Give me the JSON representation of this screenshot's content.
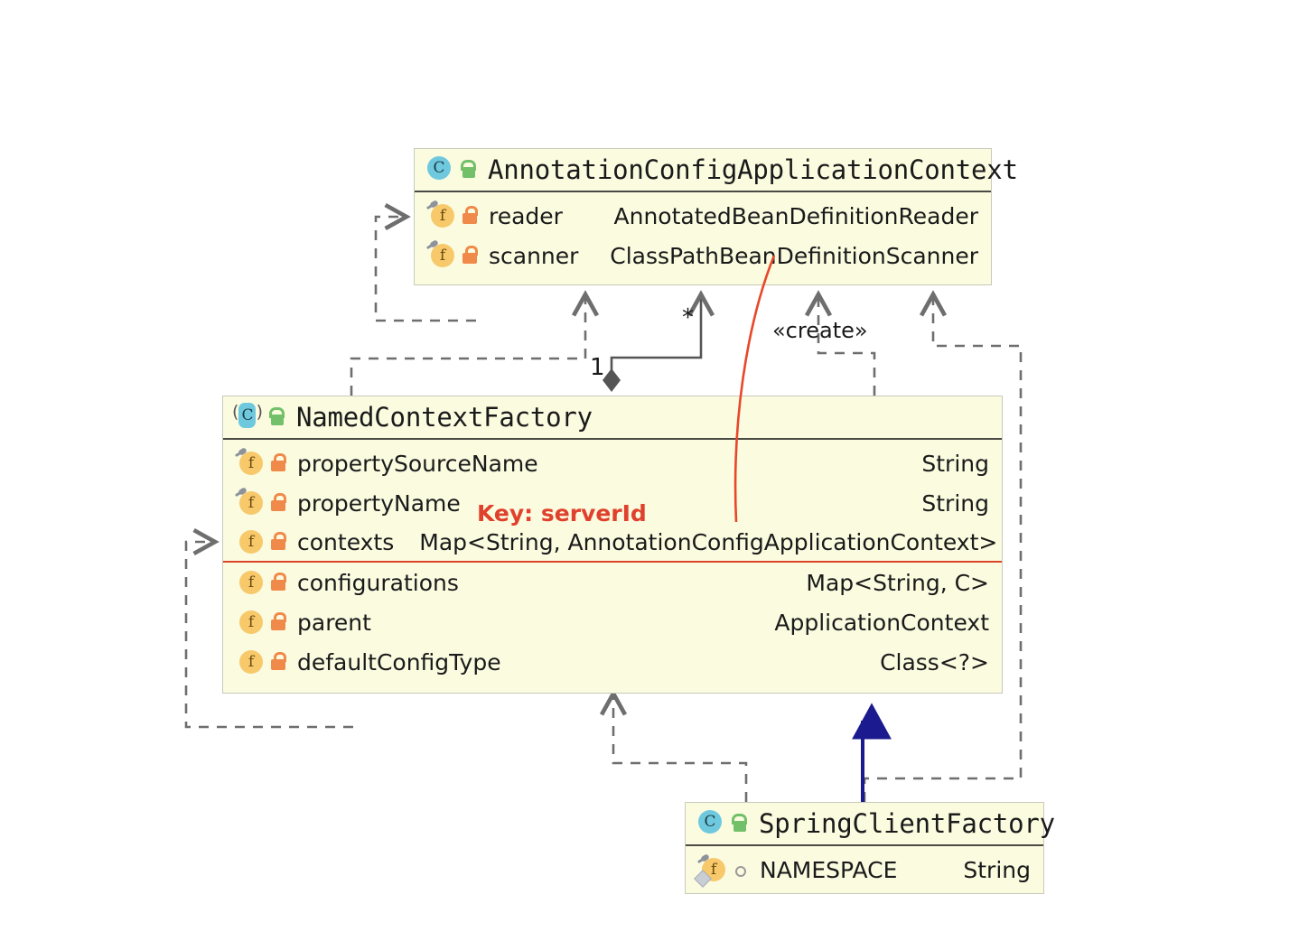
{
  "diagram": {
    "type": "uml-class-diagram",
    "background": "#ffffff",
    "classes": [
      {
        "id": "annotation-config-application-context",
        "name": "AnnotationConfigApplicationContext",
        "stereotype": "class",
        "visibility_icon": "unlock-green-icon",
        "class_icon": "class-c-icon",
        "fields": [
          {
            "name": "reader",
            "type": "AnnotatedBeanDefinitionReader",
            "visibility_icon": "lock-orange-icon",
            "field_icon": "field-f-pin-icon"
          },
          {
            "name": "scanner",
            "type": "ClassPathBeanDefinitionScanner",
            "visibility_icon": "lock-orange-icon",
            "field_icon": "field-f-pin-icon"
          }
        ]
      },
      {
        "id": "named-context-factory",
        "name": "NamedContextFactory",
        "stereotype": "abstract-class",
        "visibility_icon": "unlock-green-icon",
        "class_icon": "abstract-class-c-icon",
        "fields": [
          {
            "name": "propertySourceName",
            "type": "String",
            "visibility_icon": "lock-orange-icon",
            "field_icon": "field-f-pin-icon"
          },
          {
            "name": "propertyName",
            "type": "String",
            "visibility_icon": "lock-orange-icon",
            "field_icon": "field-f-pin-icon"
          },
          {
            "name": "contexts",
            "type": "Map<String, AnnotationConfigApplicationContext>",
            "visibility_icon": "lock-orange-icon",
            "field_icon": "field-f-icon",
            "type_attached": true,
            "underline_red": true
          },
          {
            "name": "configurations",
            "type": "Map<String, C>",
            "visibility_icon": "lock-orange-icon",
            "field_icon": "field-f-icon"
          },
          {
            "name": "parent",
            "type": "ApplicationContext",
            "visibility_icon": "lock-orange-icon",
            "field_icon": "field-f-icon"
          },
          {
            "name": "defaultConfigType",
            "type": "Class<?>",
            "visibility_icon": "lock-orange-icon",
            "field_icon": "field-f-icon"
          }
        ]
      },
      {
        "id": "spring-client-factory",
        "name": "SpringClientFactory",
        "stereotype": "class",
        "visibility_icon": "unlock-green-icon",
        "class_icon": "class-c-icon",
        "fields": [
          {
            "name": "NAMESPACE",
            "type": "String",
            "visibility_icon": "dot-gray-icon",
            "field_icon": "field-f-pin-diamond-icon",
            "type_attached": true
          }
        ]
      }
    ],
    "annotations": [
      {
        "id": "key-serverid",
        "text": "Key: serverId",
        "color": "#e0412c"
      }
    ],
    "edge_labels": [
      {
        "id": "create-stereotype",
        "text": "«create»"
      },
      {
        "id": "multiplicity-one",
        "text": "1"
      },
      {
        "id": "multiplicity-many",
        "text": "*"
      }
    ],
    "relationships": [
      {
        "id": "acac-self-dependency",
        "kind": "dependency",
        "style": "dashed",
        "color": "#6e6e6e",
        "from": "annotation-config-application-context",
        "to": "annotation-config-application-context"
      },
      {
        "id": "ncf-self-dependency",
        "kind": "dependency",
        "style": "dashed",
        "color": "#6e6e6e",
        "from": "named-context-factory",
        "to": "named-context-factory"
      },
      {
        "id": "ncf-to-acac-dependency",
        "kind": "dependency",
        "style": "dashed",
        "color": "#6e6e6e",
        "from": "named-context-factory",
        "to": "annotation-config-application-context"
      },
      {
        "id": "ncf-composes-acac",
        "kind": "composition",
        "style": "solid",
        "color": "#555555",
        "from": "named-context-factory",
        "to": "annotation-config-application-context",
        "source_multiplicity": "1",
        "target_multiplicity": "*"
      },
      {
        "id": "scf-creates-acac",
        "kind": "dependency",
        "style": "dashed",
        "color": "#6e6e6e",
        "from": "spring-client-factory",
        "to": "annotation-config-application-context",
        "label": "«create»"
      },
      {
        "id": "scf-to-acac-dependency",
        "kind": "dependency",
        "style": "dashed",
        "color": "#6e6e6e",
        "from": "spring-client-factory",
        "to": "annotation-config-application-context"
      },
      {
        "id": "scf-to-ncf-dependency",
        "kind": "dependency",
        "style": "dashed",
        "color": "#6e6e6e",
        "from": "spring-client-factory",
        "to": "named-context-factory"
      },
      {
        "id": "scf-extends-ncf",
        "kind": "generalization",
        "style": "solid",
        "color": "#1b1b8f",
        "from": "spring-client-factory",
        "to": "named-context-factory"
      },
      {
        "id": "contexts-holds-acac",
        "kind": "highlight-link",
        "style": "curve",
        "color": "#e8472a",
        "from": "named-context-factory",
        "to": "annotation-config-application-context"
      }
    ],
    "palette": {
      "box_fill": "#fbfbe0",
      "box_border": "#c9c9bb",
      "header_divider": "#4a4a44",
      "dependency": "#6e6e6e",
      "generalization": "#1b1b8f",
      "highlight": "#e8472a",
      "class_icon": "#6fc9de",
      "field_icon": "#f7c96b",
      "lock_public": "#72c06a",
      "lock_private": "#f08a4b"
    }
  }
}
